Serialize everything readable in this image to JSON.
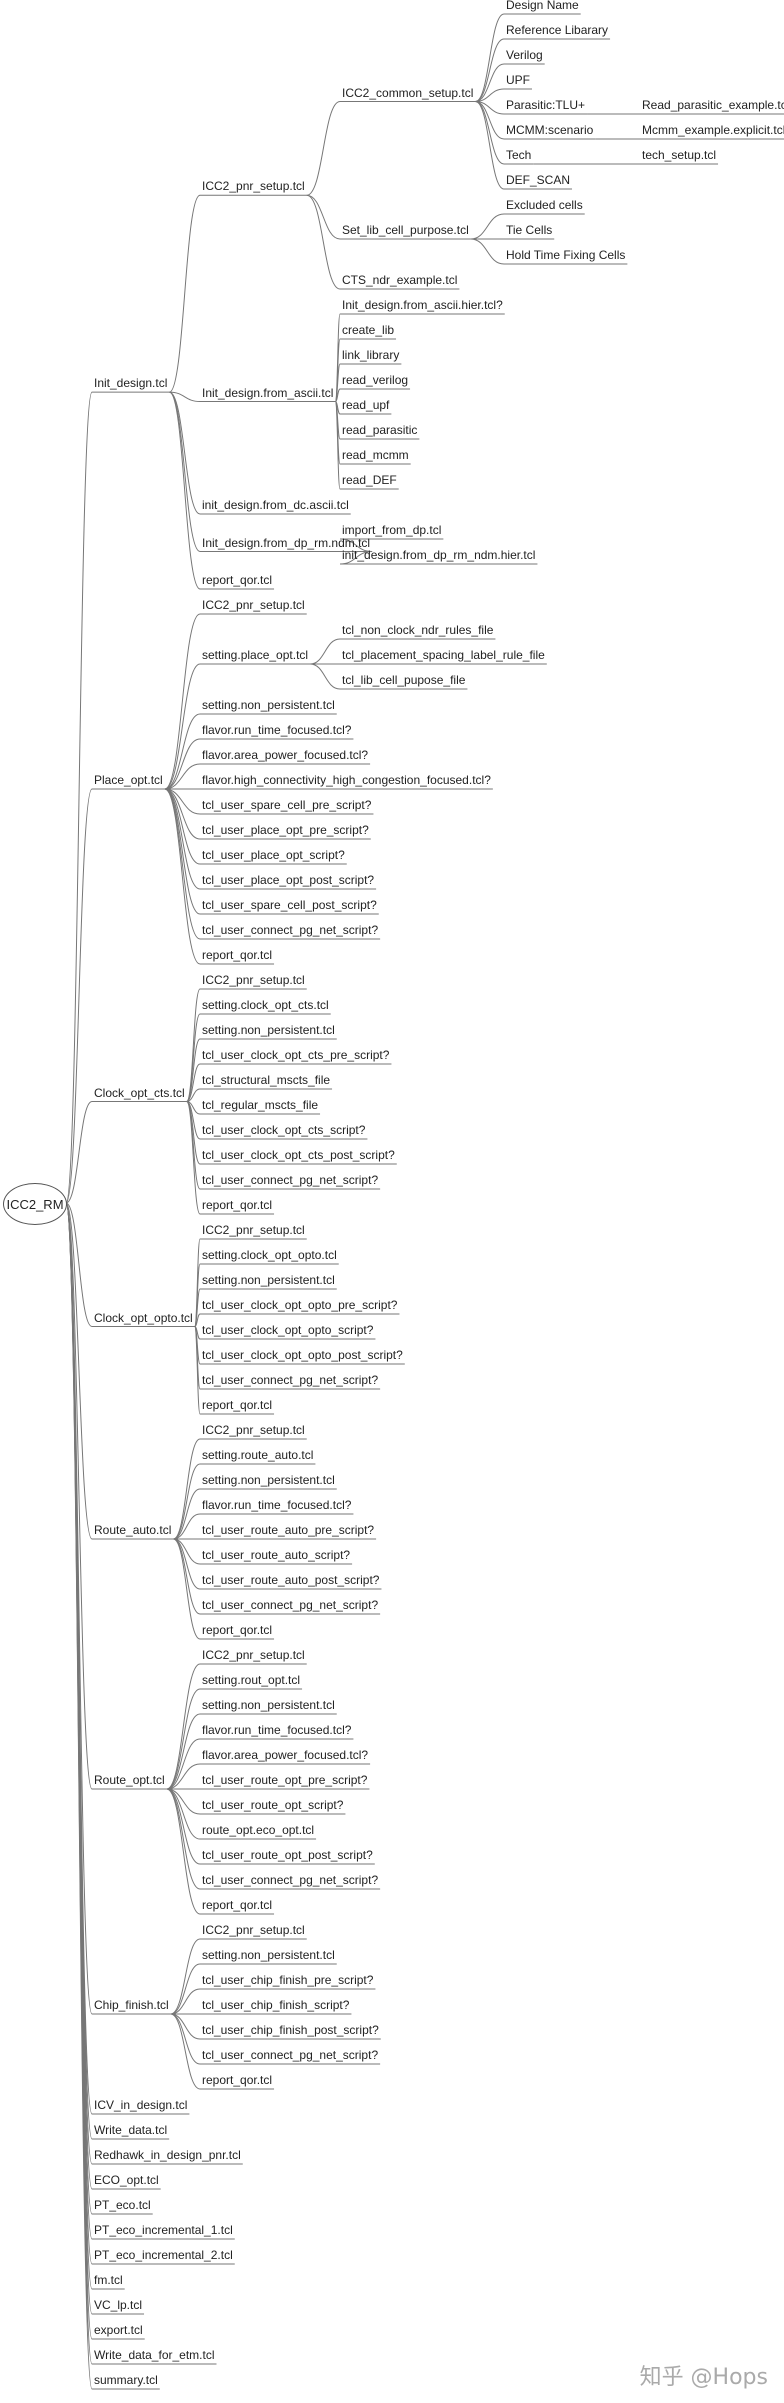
{
  "root": "ICC2_RM",
  "watermark": "知乎 @Hops",
  "tree": [
    {
      "label": "Init_design.tcl",
      "children": [
        {
          "label": "ICC2_pnr_setup.tcl",
          "children": [
            {
              "label": "ICC2_common_setup.tcl",
              "children": [
                {
                  "label": "Design Name"
                },
                {
                  "label": "Reference Libarary"
                },
                {
                  "label": "Verilog"
                },
                {
                  "label": "UPF"
                },
                {
                  "label": "Parasitic:TLU+",
                  "children": [
                    {
                      "label": "Read_parasitic_example.tcl"
                    }
                  ]
                },
                {
                  "label": "MCMM:scenario",
                  "children": [
                    {
                      "label": "Mcmm_example.explicit.tcl"
                    }
                  ]
                },
                {
                  "label": "Tech",
                  "children": [
                    {
                      "label": "tech_setup.tcl"
                    }
                  ]
                },
                {
                  "label": "DEF_SCAN"
                }
              ]
            },
            {
              "label": "Set_lib_cell_purpose.tcl",
              "children": [
                {
                  "label": "Excluded cells"
                },
                {
                  "label": "Tie Cells"
                },
                {
                  "label": "Hold Time Fixing Cells"
                }
              ]
            },
            {
              "label": "CTS_ndr_example.tcl"
            }
          ]
        },
        {
          "label": "Init_design.from_ascii.tcl",
          "children": [
            {
              "label": "Init_design.from_ascii.hier.tcl?"
            },
            {
              "label": "create_lib"
            },
            {
              "label": "link_library"
            },
            {
              "label": "read_verilog"
            },
            {
              "label": "read_upf"
            },
            {
              "label": "read_parasitic"
            },
            {
              "label": "read_mcmm"
            },
            {
              "label": "read_DEF"
            }
          ]
        },
        {
          "label": "init_design.from_dc.ascii.tcl"
        },
        {
          "label": "Init_design.from_dp_rm.ndm.tcl",
          "children": [
            {
              "label": "import_from_dp.tcl"
            },
            {
              "label": "init_design.from_dp_rm_ndm.hier.tcl"
            }
          ]
        },
        {
          "label": "report_qor.tcl"
        }
      ]
    },
    {
      "label": "Place_opt.tcl",
      "children": [
        {
          "label": "ICC2_pnr_setup.tcl"
        },
        {
          "label": "setting.place_opt.tcl",
          "children": [
            {
              "label": "tcl_non_clock_ndr_rules_file"
            },
            {
              "label": "tcl_placement_spacing_label_rule_file"
            },
            {
              "label": "tcl_lib_cell_pupose_file"
            }
          ]
        },
        {
          "label": "setting.non_persistent.tcl"
        },
        {
          "label": "flavor.run_time_focused.tcl?"
        },
        {
          "label": "flavor.area_power_focused.tcl?"
        },
        {
          "label": "flavor.high_connectivity_high_congestion_focused.tcl?"
        },
        {
          "label": "tcl_user_spare_cell_pre_script?"
        },
        {
          "label": "tcl_user_place_opt_pre_script?"
        },
        {
          "label": "tcl_user_place_opt_script?"
        },
        {
          "label": "tcl_user_place_opt_post_script?"
        },
        {
          "label": "tcl_user_spare_cell_post_script?"
        },
        {
          "label": "tcl_user_connect_pg_net_script?"
        },
        {
          "label": "report_qor.tcl"
        }
      ]
    },
    {
      "label": "Clock_opt_cts.tcl",
      "children": [
        {
          "label": "ICC2_pnr_setup.tcl"
        },
        {
          "label": "setting.clock_opt_cts.tcl"
        },
        {
          "label": "setting.non_persistent.tcl"
        },
        {
          "label": "tcl_user_clock_opt_cts_pre_script?"
        },
        {
          "label": "tcl_structural_mscts_file"
        },
        {
          "label": "tcl_regular_mscts_file"
        },
        {
          "label": "tcl_user_clock_opt_cts_script?"
        },
        {
          "label": "tcl_user_clock_opt_cts_post_script?"
        },
        {
          "label": "tcl_user_connect_pg_net_script?"
        },
        {
          "label": "report_qor.tcl"
        }
      ]
    },
    {
      "label": "Clock_opt_opto.tcl",
      "children": [
        {
          "label": "ICC2_pnr_setup.tcl"
        },
        {
          "label": "setting.clock_opt_opto.tcl"
        },
        {
          "label": "setting.non_persistent.tcl"
        },
        {
          "label": "tcl_user_clock_opt_opto_pre_script?"
        },
        {
          "label": "tcl_user_clock_opt_opto_script?"
        },
        {
          "label": "tcl_user_clock_opt_opto_post_script?"
        },
        {
          "label": "tcl_user_connect_pg_net_script?"
        },
        {
          "label": "report_qor.tcl"
        }
      ]
    },
    {
      "label": "Route_auto.tcl",
      "children": [
        {
          "label": "ICC2_pnr_setup.tcl"
        },
        {
          "label": "setting.route_auto.tcl"
        },
        {
          "label": "setting.non_persistent.tcl"
        },
        {
          "label": "flavor.run_time_focused.tcl?"
        },
        {
          "label": "tcl_user_route_auto_pre_script?"
        },
        {
          "label": "tcl_user_route_auto_script?"
        },
        {
          "label": "tcl_user_route_auto_post_script?"
        },
        {
          "label": "tcl_user_connect_pg_net_script?"
        },
        {
          "label": "report_qor.tcl"
        }
      ]
    },
    {
      "label": "Route_opt.tcl",
      "children": [
        {
          "label": "ICC2_pnr_setup.tcl"
        },
        {
          "label": "setting.rout_opt.tcl"
        },
        {
          "label": "setting.non_persistent.tcl"
        },
        {
          "label": "flavor.run_time_focused.tcl?"
        },
        {
          "label": "flavor.area_power_focused.tcl?"
        },
        {
          "label": "tcl_user_route_opt_pre_script?"
        },
        {
          "label": "tcl_user_route_opt_script?"
        },
        {
          "label": "route_opt.eco_opt.tcl"
        },
        {
          "label": "tcl_user_route_opt_post_script?"
        },
        {
          "label": "tcl_user_connect_pg_net_script?"
        },
        {
          "label": "report_qor.tcl"
        }
      ]
    },
    {
      "label": "Chip_finish.tcl",
      "children": [
        {
          "label": "ICC2_pnr_setup.tcl"
        },
        {
          "label": "setting.non_persistent.tcl"
        },
        {
          "label": "tcl_user_chip_finish_pre_script?"
        },
        {
          "label": "tcl_user_chip_finish_script?"
        },
        {
          "label": "tcl_user_chip_finish_post_script?"
        },
        {
          "label": "tcl_user_connect_pg_net_script?"
        },
        {
          "label": "report_qor.tcl"
        }
      ]
    },
    {
      "label": "ICV_in_design.tcl"
    },
    {
      "label": "Write_data.tcl"
    },
    {
      "label": "Redhawk_in_design_pnr.tcl"
    },
    {
      "label": "ECO_opt.tcl"
    },
    {
      "label": "PT_eco.tcl"
    },
    {
      "label": "PT_eco_incremental_1.tcl"
    },
    {
      "label": "PT_eco_incremental_2.tcl"
    },
    {
      "label": "fm.tcl"
    },
    {
      "label": "VC_lp.tcl"
    },
    {
      "label": "export.tcl"
    },
    {
      "label": "Write_data_for_etm.tcl"
    },
    {
      "label": "summary.tcl"
    }
  ]
}
